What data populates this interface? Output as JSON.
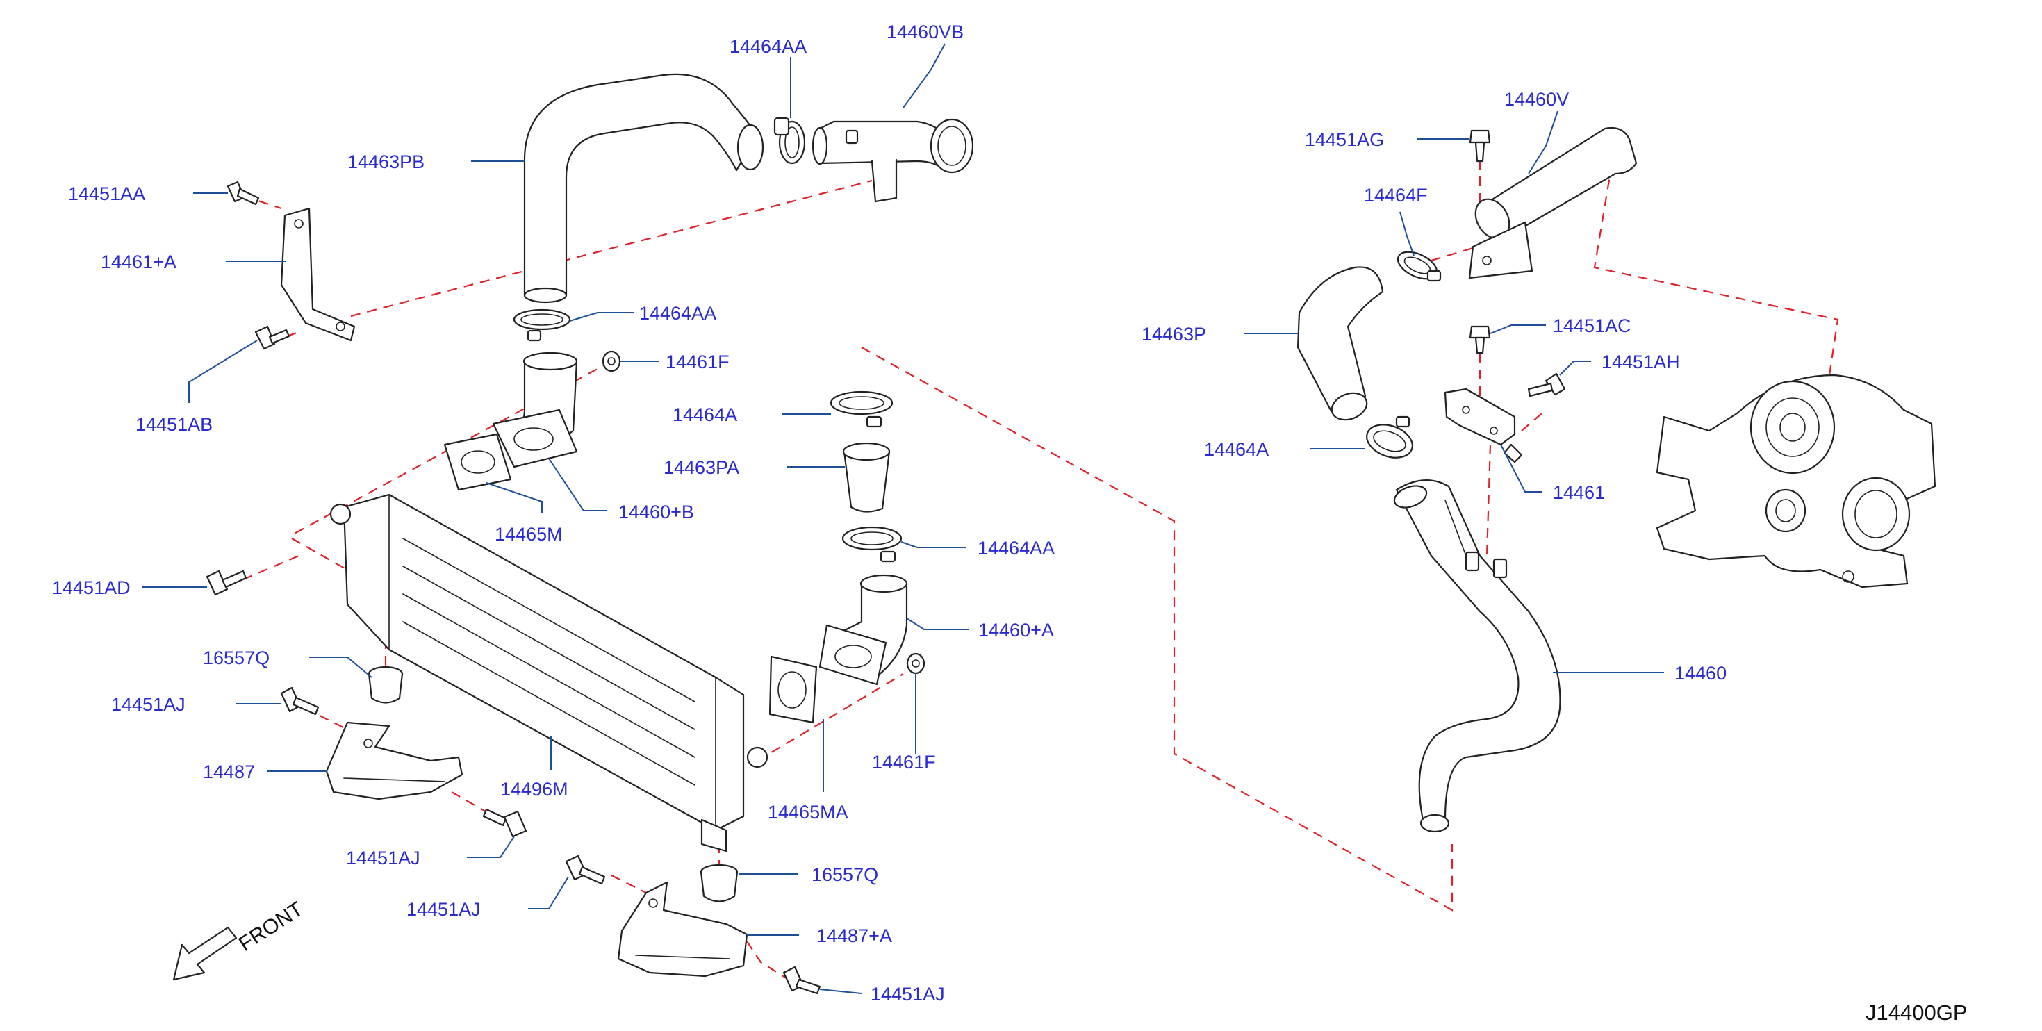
{
  "colors": {
    "label": "#2a2ad0",
    "leader": "#1f4e9a",
    "dashed": "#e0202a",
    "outline": "#222222"
  },
  "labels": {
    "p14460VB": "14460VB",
    "p14464AA_top": "14464AA",
    "p14463PB": "14463PB",
    "p14451AA": "14451AA",
    "p14461A": "14461+A",
    "p14464AA_mid": "14464AA",
    "p14461F_top": "14461F",
    "p14451AB": "14451AB",
    "p14464A_left": "14464A",
    "p14463PA": "14463PA",
    "p14465M": "14465M",
    "p14460B": "14460+B",
    "p14464AA_low": "14464AA",
    "p14451AD": "14451AD",
    "p14460A": "14460+A",
    "p16557Q_left": "16557Q",
    "p14451AJ_1": "14451AJ",
    "p14461F_bottom": "14461F",
    "p14487": "14487",
    "p14496M": "14496M",
    "p14465MA": "14465MA",
    "p14451AJ_2": "14451AJ",
    "p16557Q_right": "16557Q",
    "p14451AJ_3": "14451AJ",
    "p14487A": "14487+A",
    "p14451AJ_4": "14451AJ",
    "p14460V": "14460V",
    "p14451AG": "14451AG",
    "p14464F": "14464F",
    "p14451AC": "14451AC",
    "p14463P": "14463P",
    "p14451AH": "14451AH",
    "p14464A_right": "14464A",
    "p14461": "14461",
    "p14460": "14460"
  },
  "front_label": "FRONT",
  "diagram_code": "J14400GP"
}
